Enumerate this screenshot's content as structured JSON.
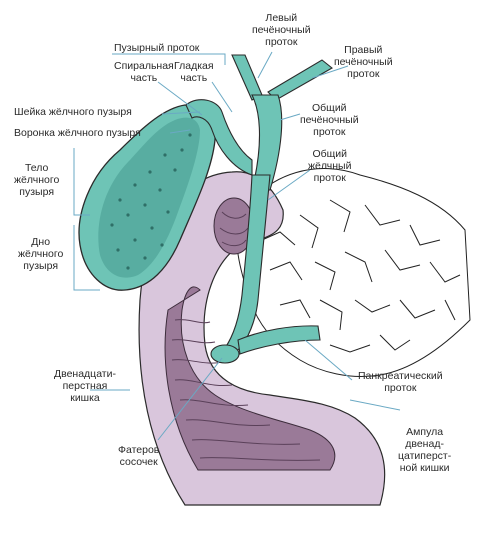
{
  "colors": {
    "bile": "#6ec4b6",
    "bile_dark": "#3a8f86",
    "duodenum": "#d9c6dc",
    "duodenum_dark": "#b49ab9",
    "folds": "#8c6f8a",
    "pancreas_line": "#222222",
    "leader": "#6aa9c4",
    "outline": "#2b2b2b"
  },
  "labels": {
    "left_hepatic": "Левый\nпечёночный\nпроток",
    "right_hepatic": "Правый\nпечёночный\nпроток",
    "cystic_duct": "Пузырный проток",
    "spiral_part": "Спиральная\nчасть",
    "smooth_part": "Гладкая\nчасть",
    "neck": "Шейка жёлчного пузыря",
    "infundibulum": "Воронка жёлчного пузыря",
    "common_hepatic": "Общий\nпечёночный\nпроток",
    "body": "Тело\nжёлчного\nпузыря",
    "common_bile": "Общий\nжёлчный\nпроток",
    "fundus": "Дно\nжёлчного\nпузыря",
    "duodenum": "Двенадцати-\nперстная\nкишка",
    "pancreatic_duct": "Панкреатический\nпроток",
    "papilla": "Фатеров\nсосочек",
    "ampulla": "Ампула\nдвенад-\nцатиперст-\nной кишки"
  },
  "icons": {
    "gallbladder": "gallbladder-shape",
    "duodenum": "duodenum-shape",
    "pancreas": "pancreas-outline"
  }
}
